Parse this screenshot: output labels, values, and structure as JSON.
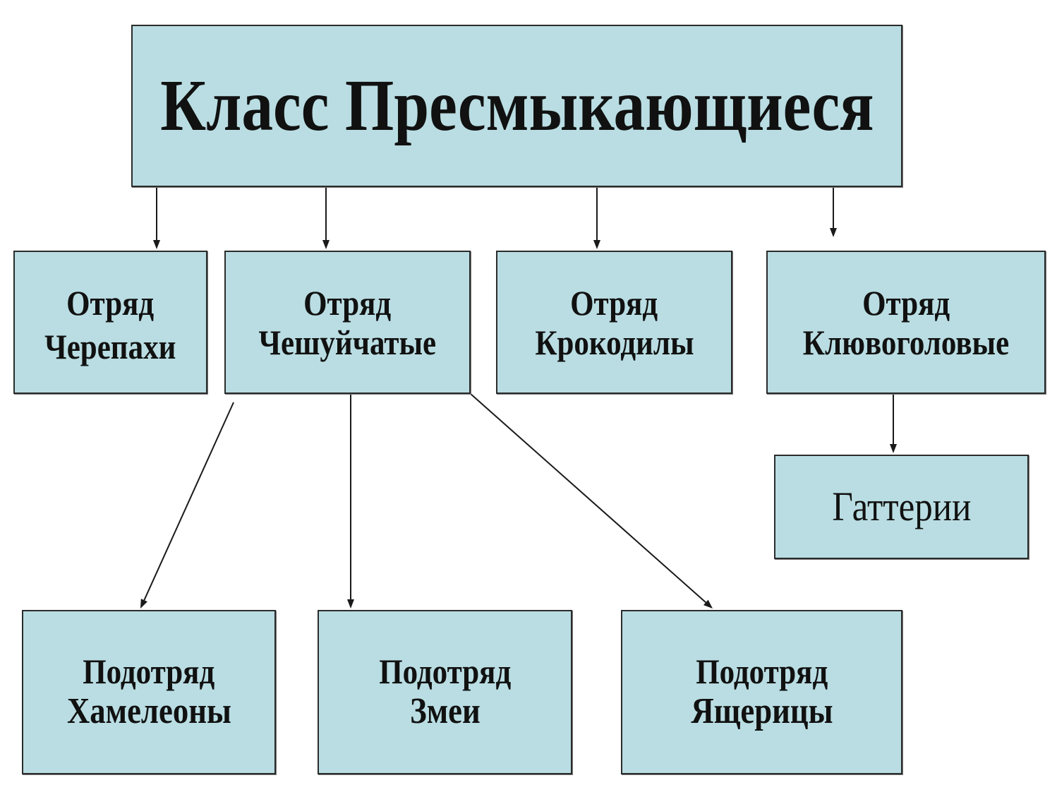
{
  "title": "Класс Пресмыкающиеся",
  "orders": {
    "turtles": {
      "line1": "Отряд",
      "line2": "Черепахи"
    },
    "squamata": {
      "line1": "Отряд",
      "line2": "Чешуйчатые"
    },
    "crocodiles": {
      "line1": "Отряд",
      "line2": "Крокодилы"
    },
    "beakheads": {
      "line1": "Отряд",
      "line2": "Клювоголовые"
    }
  },
  "families": {
    "tuatara": "Гаттерии"
  },
  "suborders": {
    "chameleons": {
      "line1": "Подотряд",
      "line2": "Хамелеоны"
    },
    "snakes": {
      "line1": "Подотряд",
      "line2": "Змеи"
    },
    "lizards": {
      "line1": "Подотряд",
      "line2": "Ящерицы"
    }
  },
  "colors": {
    "box_fill": "#b9dde2",
    "box_border": "#2b2b2b",
    "text": "#111111",
    "connector": "#1a1a1a"
  }
}
